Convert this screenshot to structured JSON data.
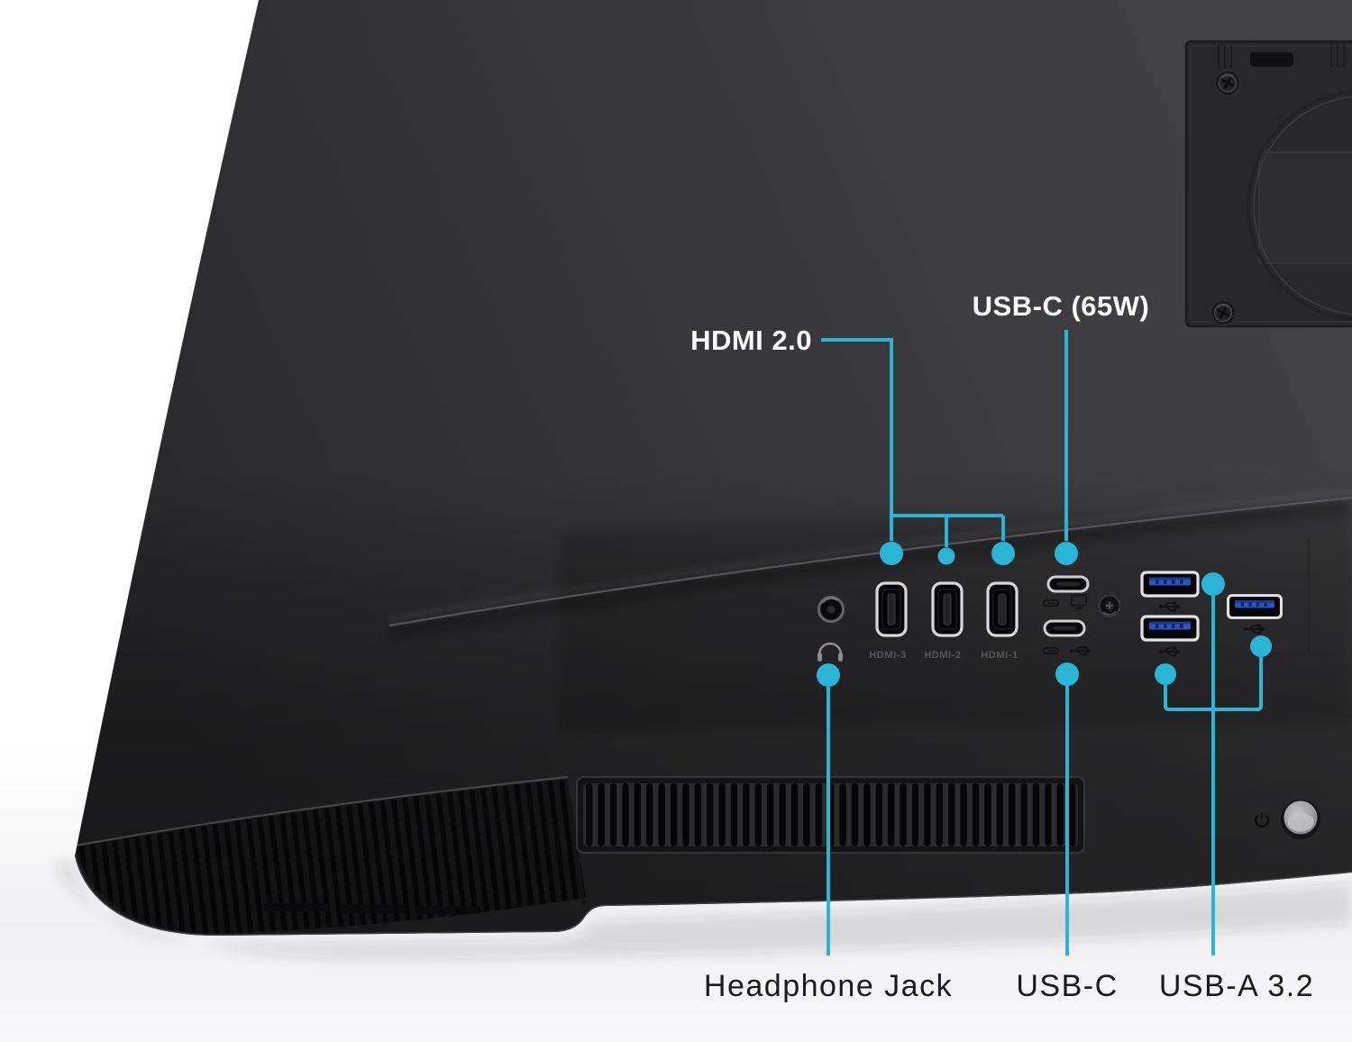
{
  "colors": {
    "accent": "#2AB5D6",
    "background": "#ffffff",
    "monitor_body": "#363638",
    "label_on_monitor": "#fafafa",
    "label_on_white": "#1b1b1b",
    "usb_port_blue": "#2a55c0"
  },
  "callouts": {
    "hdmi": {
      "label": "HDMI 2.0"
    },
    "usb_c_65w": {
      "label": "USB-C (65W)"
    },
    "headphone_jack": {
      "label": "Headphone Jack"
    },
    "usb_c": {
      "label": "USB-C"
    },
    "usb_a": {
      "label": "USB-A 3.2"
    }
  },
  "engraved_port_labels": {
    "left": "HDMI-3",
    "middle": "HDMI-2",
    "right": "HDMI-1"
  }
}
